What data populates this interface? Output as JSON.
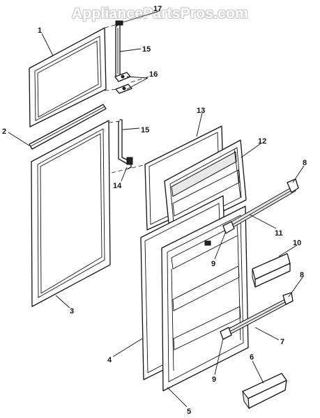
{
  "watermark": "AppliancePartsPros.com",
  "callouts": [
    "1",
    "2",
    "3",
    "4",
    "5",
    "6",
    "7",
    "8",
    "8",
    "9",
    "9",
    "10",
    "11",
    "12",
    "13",
    "14",
    "15",
    "15",
    "16",
    "17"
  ]
}
